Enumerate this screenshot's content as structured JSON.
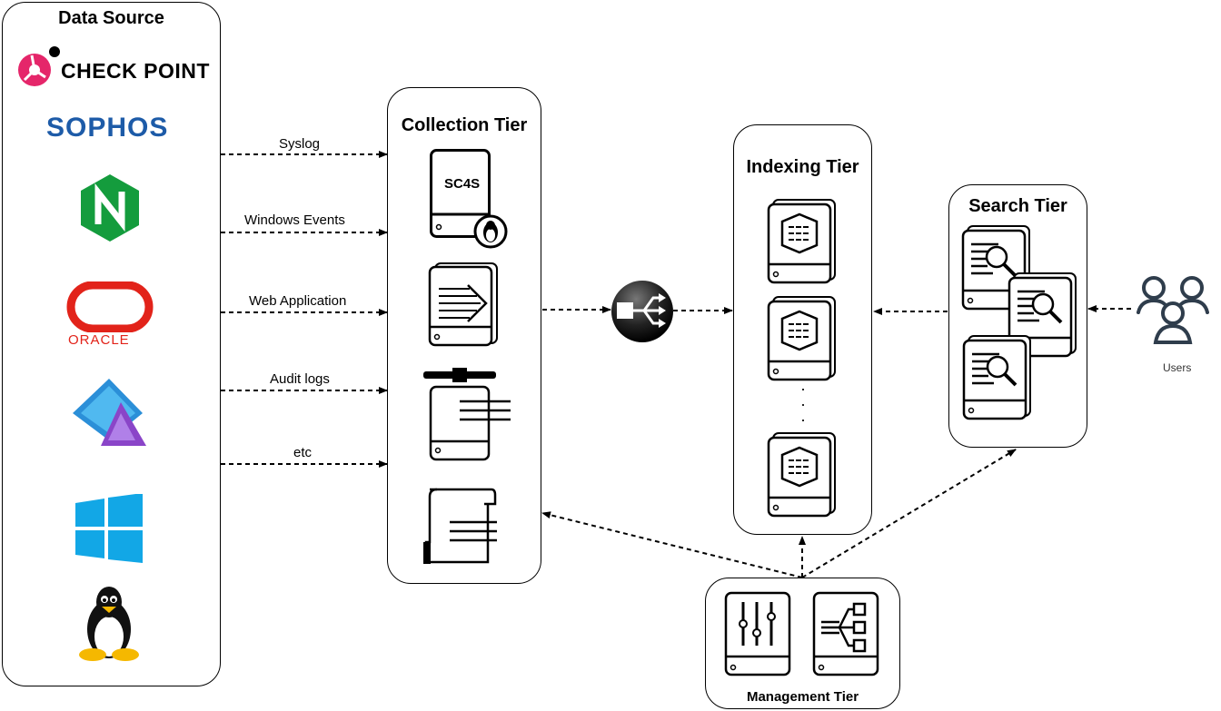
{
  "panels": {
    "data_source": "Data Source",
    "collection": "Collection Tier",
    "indexing": "Indexing Tier",
    "search": "Search Tier",
    "management": "Management Tier"
  },
  "edges": [
    "Syslog",
    "Windows Events",
    "Web Application",
    "Audit logs",
    "etc"
  ],
  "vendors": {
    "checkpoint": "CHECK POINT",
    "sophos": "SOPHOS",
    "oracle": "ORACLE"
  },
  "collection": {
    "sc4s_label": "SC4S"
  },
  "indexing": {
    "ellipsis": "·\n·\n·"
  },
  "users_label": "Users"
}
